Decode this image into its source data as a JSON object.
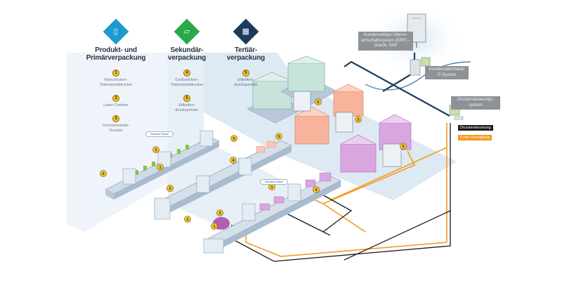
{
  "columns": [
    {
      "id": "primary",
      "title_line1": "Produkt- und",
      "title_line2": "Primärverpackung",
      "icon": "bottle-icon",
      "icon_glyph": "▯",
      "color": "#1f9ad0",
      "items": [
        {
          "badge": "1",
          "label_line1": "Kleinzeichen-",
          "label_line2": "Tintenstrahldrucker"
        },
        {
          "badge": "2",
          "label_line1": "Laser-Coderer",
          "label_line2": ""
        },
        {
          "badge": "3",
          "label_line1": "Thermotransfer-",
          "label_line2": "Drucker"
        }
      ]
    },
    {
      "id": "secondary",
      "title_line1": "Sekundär-",
      "title_line2": "verpackung",
      "icon": "cartons-icon",
      "icon_glyph": "▱",
      "color": "#2aa84a",
      "items": [
        {
          "badge": "4",
          "label_line1": "Großzeichen-",
          "label_line2": "Tintenstrahldrucker"
        },
        {
          "badge": "5",
          "label_line1": "Etiketten-",
          "label_line2": "druckspender"
        }
      ]
    },
    {
      "id": "tertiary",
      "title_line1": "Tertiär-",
      "title_line2": "verpackung",
      "icon": "pallet-cube-icon",
      "icon_glyph": "▦",
      "color": "#1c3a5c",
      "items": [
        {
          "badge": "5",
          "label_line1": "Etiketten-",
          "label_line2": "druckspender"
        }
      ]
    }
  ],
  "systems": {
    "erp": {
      "line1": "Kundenseitiges Waren-",
      "line2": "wirtschaftssystem (ERP) –",
      "line3": "Oracle, SAP"
    },
    "database": {
      "line1": "Kundendatenbank/",
      "line2": "IT-System"
    },
    "printer_control": {
      "line1": "Druckersteuerungs-",
      "line2": "system"
    }
  },
  "legend": {
    "printer_control_line": {
      "label": "Druckersteuerung",
      "color": "#1a1a1a"
    },
    "code_management_line": {
      "label": "Code-Verwaltung",
      "color": "#f29a1f"
    }
  },
  "cloud_label": "Domino Cloud",
  "network_color": "#1c3a5c",
  "badges_on_diagram": [
    "2",
    "1",
    "1",
    "5",
    "2",
    "1",
    "5",
    "4",
    "2",
    "1",
    "3",
    "1",
    "4",
    "5",
    "5",
    "5"
  ]
}
